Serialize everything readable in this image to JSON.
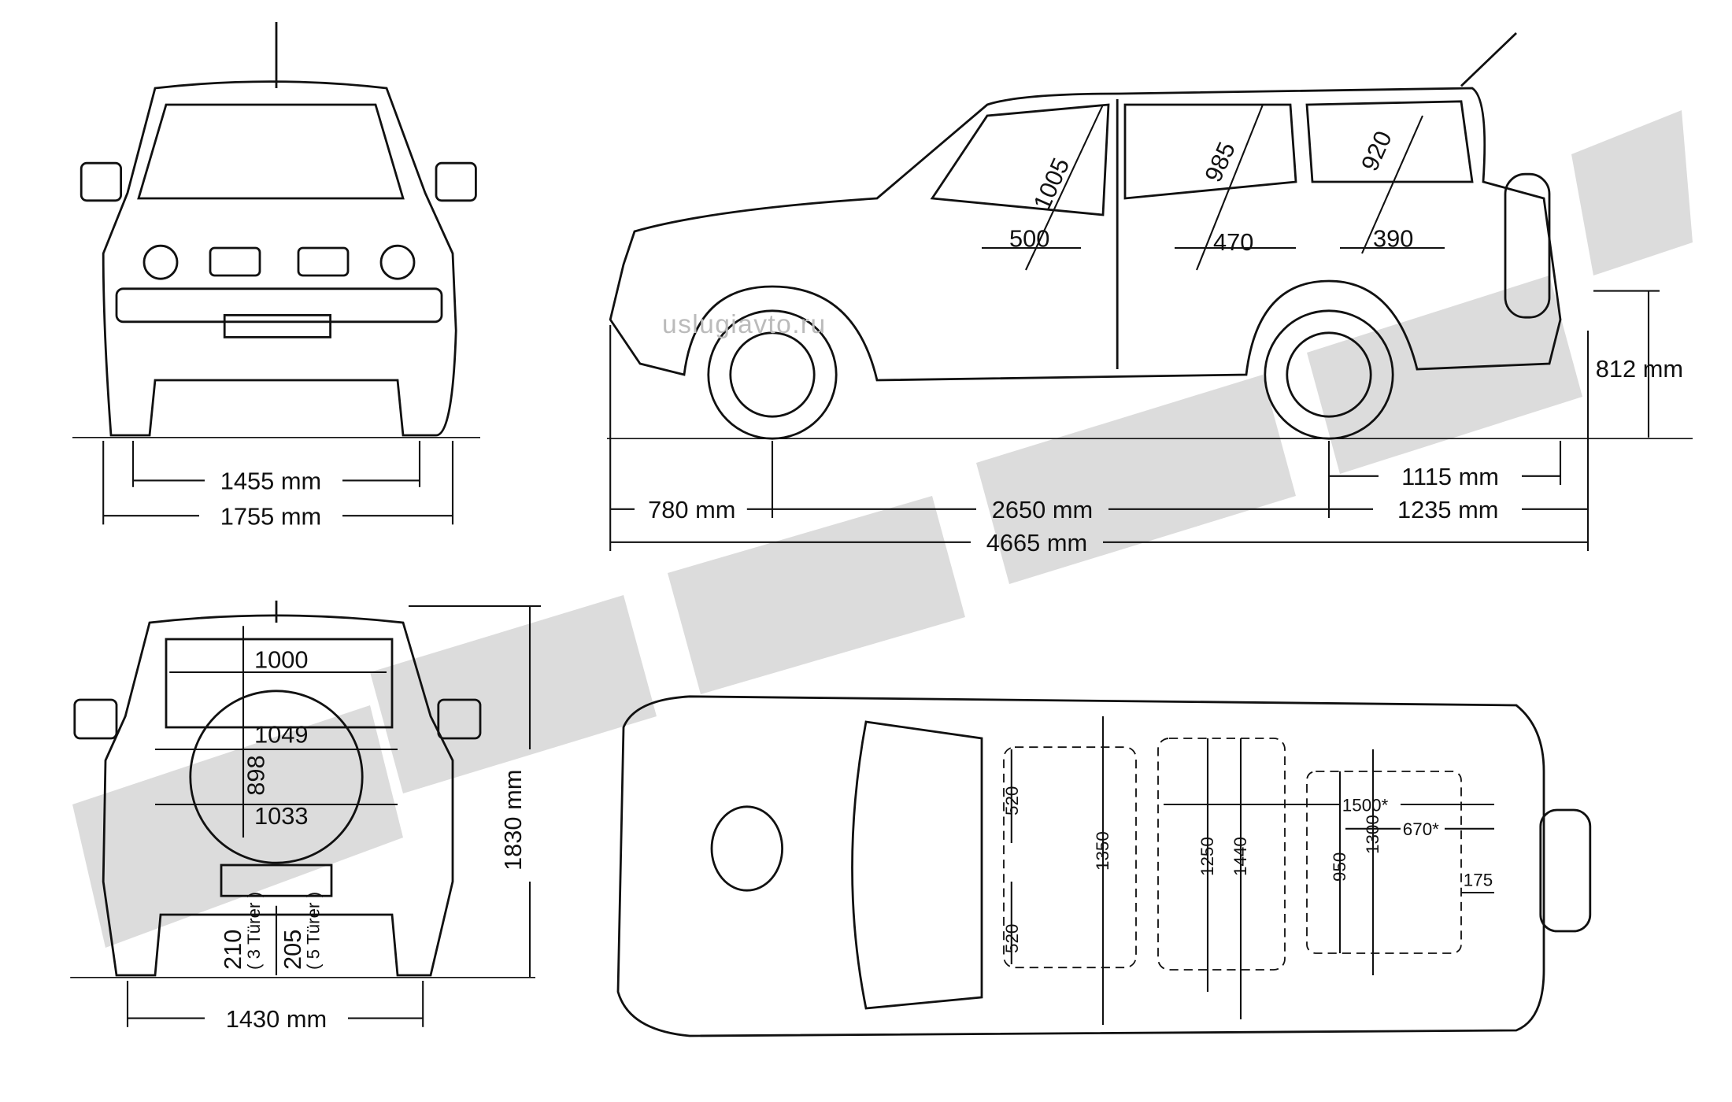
{
  "watermark": "uslugiavto.ru",
  "front_view": {
    "track": "1455 mm",
    "width": "1755 mm"
  },
  "side_view": {
    "front_overhang": "780 mm",
    "wheelbase": "2650 mm",
    "rear_overhang": "1235 mm",
    "rear_axle_to_bumper": "1115 mm",
    "length": "4665 mm",
    "loading_height": "812 mm",
    "headroom_front": "1005",
    "headroom_middle": "985",
    "headroom_rear": "920",
    "legroom_front": "500",
    "legroom_middle": "470",
    "legroom_rear": "390"
  },
  "rear_view": {
    "tailgate_width_top": "1000",
    "tailgate_width_mid": "1049",
    "tailgate_width_bottom": "1033",
    "tailgate_height": "898",
    "height": "1830 mm",
    "track": "1430 mm",
    "clearance_3door": "210",
    "clearance_3door_note": "( 3 Türer )",
    "clearance_5door": "205",
    "clearance_5door_note": "( 5 Türer )"
  },
  "top_view": {
    "seat_width_front_left": "520",
    "seat_width_front_right": "520",
    "front_interior_width": "1350",
    "middle_width_a": "1250",
    "middle_width_b": "1440",
    "cargo_width_a": "950",
    "cargo_width_b": "1300",
    "cargo_length_full": "1500*",
    "cargo_length": "670*",
    "rear_offset": "175"
  }
}
